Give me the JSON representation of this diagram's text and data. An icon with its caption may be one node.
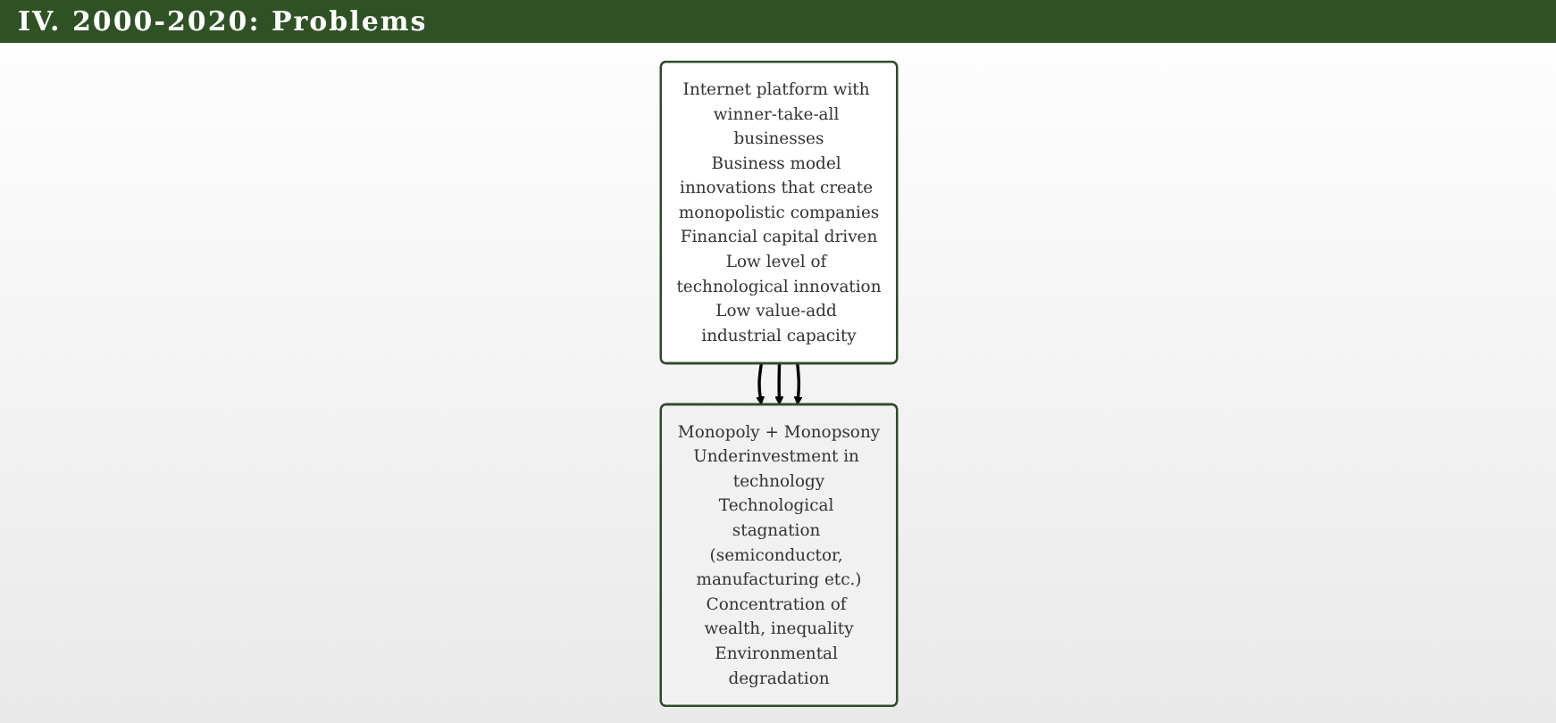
{
  "diagram": {
    "title": "IV. 2000-2020: Problems",
    "nodes": [
      {
        "text": [
          "Internet platform with winner-take-all businesses",
          "Business model innovations that create monopolistic companies",
          "Financial capital driven",
          "Low level of technological innovation",
          "Low value-add industrial capacity"
        ]
      },
      {
        "text": [
          "Monopoly + Monopsony",
          "Underinvestment in technology",
          "Technological stagnation (semiconductor, manufacturing etc.)",
          "Concentration of wealth, inequality",
          "Environmental degradation"
        ]
      }
    ],
    "edges": [
      {
        "from": 0,
        "to": 1,
        "arrow": "to"
      },
      {
        "from": 0,
        "to": 1,
        "arrow": "to"
      },
      {
        "from": 0,
        "to": 1,
        "arrow": "to"
      }
    ]
  }
}
